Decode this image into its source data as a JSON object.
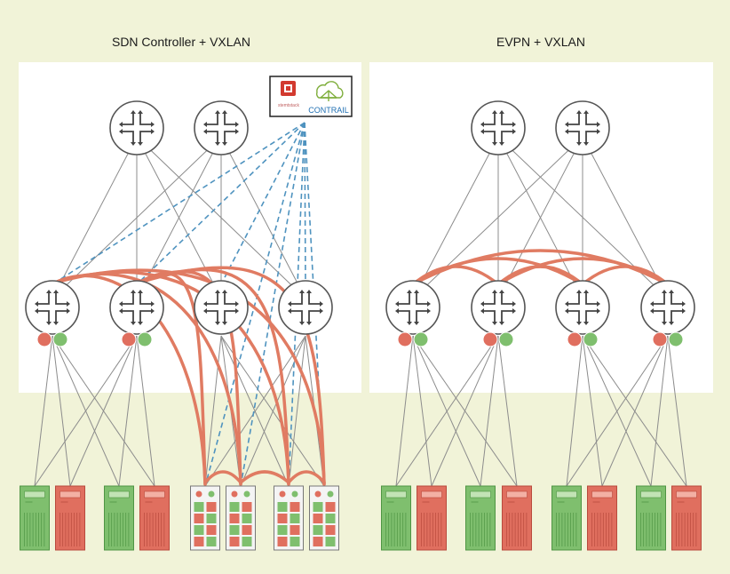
{
  "panels": [
    {
      "title": "SDN Controller + VXLAN"
    },
    {
      "title": "EVPN + VXLAN"
    }
  ],
  "logo": {
    "small_text": "stemtstack",
    "text": "CONTRAIL"
  },
  "colors": {
    "background": "#f1f3d8",
    "panel": "#ffffff",
    "overlay_tunnel": "#e07b62",
    "controller_link": "#4f93bf",
    "underlay_link": "#8c8c8c",
    "red_server": "#e06f5f",
    "green_server": "#7fbf6e"
  }
}
